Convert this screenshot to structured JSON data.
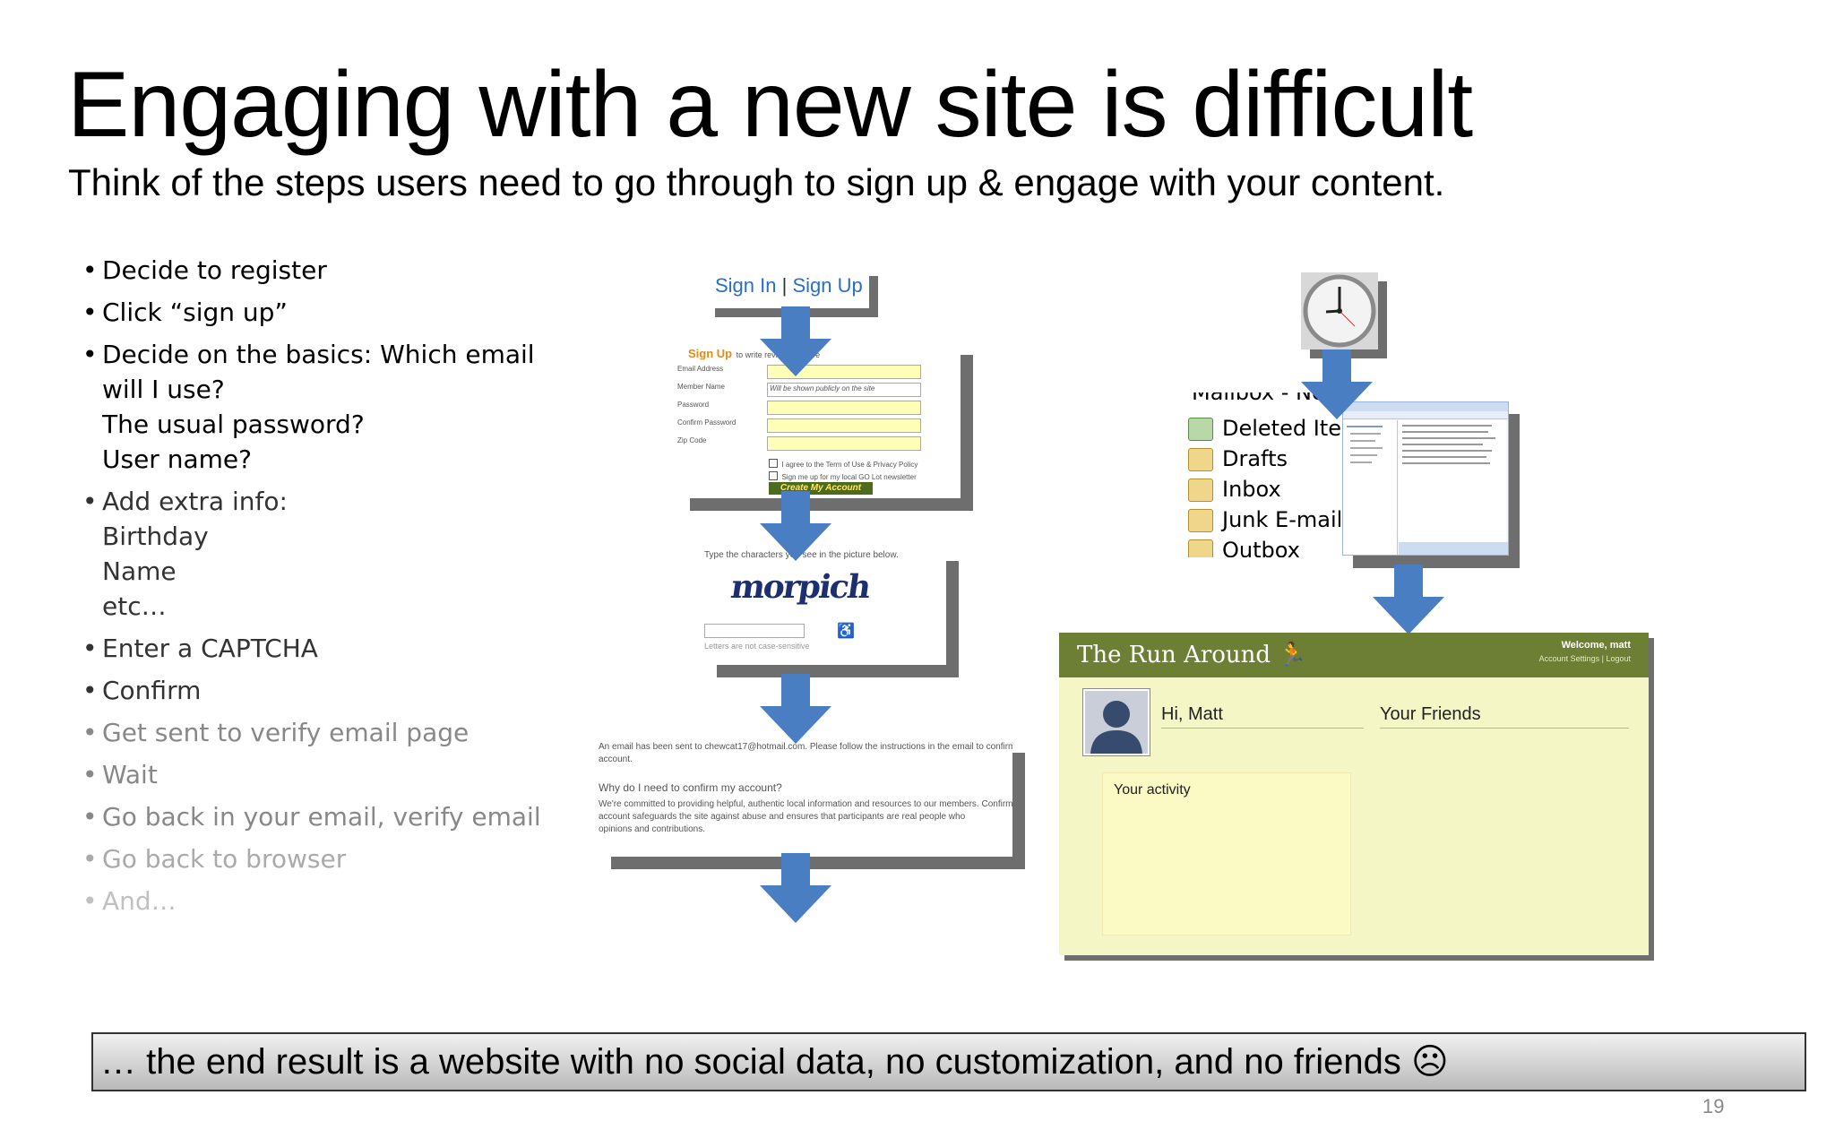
{
  "slide": {
    "title": "Engaging with a new site is difficult",
    "subtitle": "Think of the steps users need to go through to sign up & engage with your content.",
    "bullets": [
      {
        "lines": [
          "Decide to register"
        ]
      },
      {
        "lines": [
          "Click “sign up”"
        ]
      },
      {
        "lines": [
          "Decide on the basics: Which email",
          "will I use?",
          "The usual password?",
          "User name?"
        ]
      },
      {
        "lines": [
          "Add extra info:",
          "Birthday",
          "Name",
          "etc…"
        ]
      },
      {
        "lines": [
          "Enter a CAPTCHA"
        ]
      },
      {
        "lines": [
          "Confirm"
        ]
      },
      {
        "lines": [
          "Get sent to verify email page"
        ]
      },
      {
        "lines": [
          "Wait"
        ]
      },
      {
        "lines": [
          "Go back in your email, verify email"
        ]
      },
      {
        "lines": [
          "Go back to browser"
        ]
      },
      {
        "lines": [
          "And…"
        ]
      }
    ],
    "bullet_colors": [
      "#000000",
      "#000000",
      "#000000",
      "#333333",
      "#333333",
      "#333333",
      "#888888",
      "#888888",
      "#888888",
      "#aaaaaa",
      "#c0c0c0"
    ],
    "caption": "… the end result is a website with no social data, no customization, and no friends ☹",
    "page_number": "19"
  },
  "signin": {
    "sign_in": "Sign In",
    "separator": "|",
    "sign_up": "Sign Up"
  },
  "signup_form": {
    "heading": "Sign Up",
    "heading_suffix": "to write reviews & more",
    "fields": [
      "Email Address",
      "Member Name",
      "Password",
      "Confirm Password",
      "Zip Code"
    ],
    "member_placeholder": "Will be shown publicly on the site",
    "agree_text": "I agree to the Term of Use & Privacy Policy",
    "newsletter_text": "Sign me up for my local GO Lot newsletter",
    "submit": "Create My Account"
  },
  "captcha": {
    "prompt": "Type the characters you see in the picture below.",
    "word": "morpich",
    "note": "Letters are not case-sensitive"
  },
  "confirm": {
    "line1": "An email has been sent to chewcat17@hotmail.com. Please follow the instructions in the email to confirm your",
    "line2": "account.",
    "question": "Why do I need to confirm my account?",
    "body1": "We're committed to providing helpful, authentic local information and resources to our members. Confirming your",
    "body2": "account safeguards the site against abuse and ensures that participants are real people who",
    "body3": "opinions and contributions."
  },
  "mailbox": {
    "header": "Mailbox - Ne",
    "folders": [
      "Deleted Item",
      "Drafts",
      "Inbox",
      "Junk E-mail",
      "Outbox"
    ]
  },
  "site": {
    "brand": "The Run Around",
    "welcome": "Welcome, matt",
    "account_links": "Account Settings | Logout",
    "greeting": "Hi, Matt",
    "friends_heading": "Your Friends",
    "activity_heading": "Your activity"
  },
  "colors": {
    "arrow": "#4a7ec3",
    "link": "#2a6ec8",
    "site_header": "#6d7f35",
    "site_body": "#f4f6c6",
    "activity_bg": "#fbf9c4",
    "shadow": "#6e6e6e"
  },
  "icons": [
    "down-arrow-icon",
    "clock-icon",
    "avatar-silhouette-icon",
    "runner-icon",
    "wheelchair-icon",
    "checkbox-icon",
    "folder-icon",
    "frown-icon"
  ]
}
